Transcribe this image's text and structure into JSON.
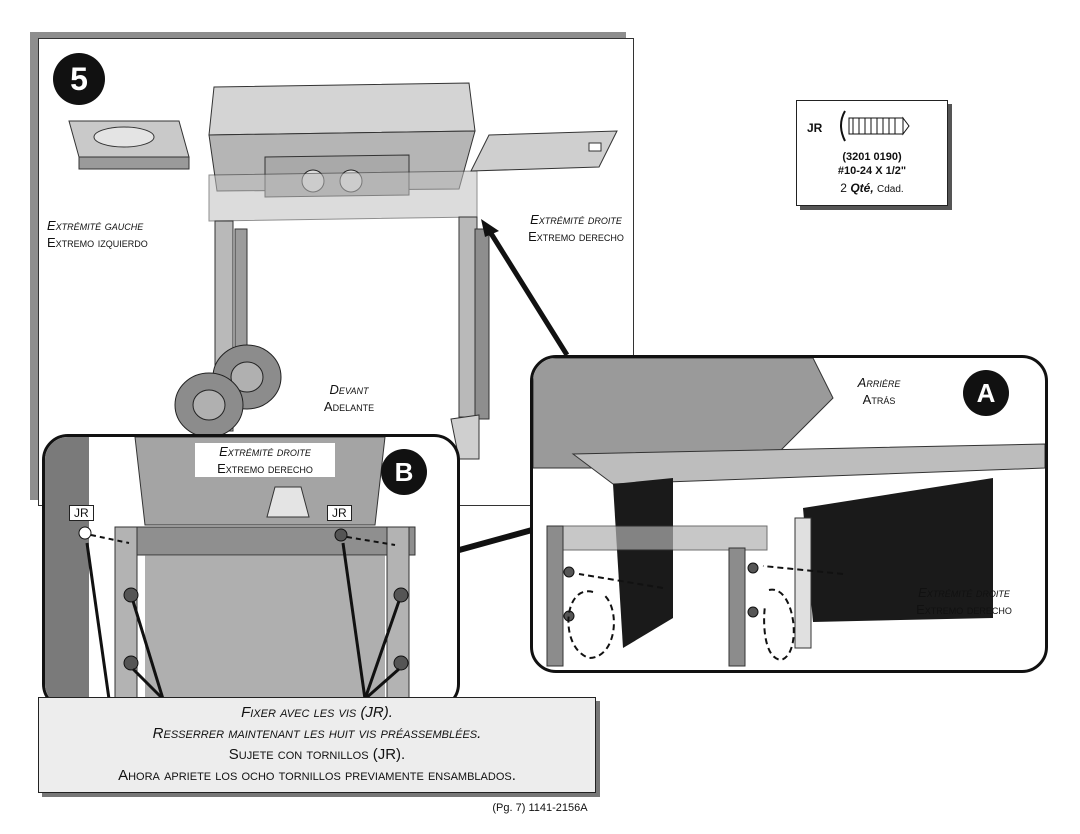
{
  "step": {
    "number": "5"
  },
  "hardware": {
    "code": "JR",
    "part_number": "(3201 0190)",
    "size": "#10-24 X 1/2\"",
    "qty_count": "2",
    "qty_label": "Qté,",
    "qty_label_es": "Cdad."
  },
  "main_view": {
    "left_end_fr": "Extrémité gauche",
    "left_end_es": "Extremo izquierdo",
    "right_end_fr": "Extrémité droite",
    "right_end_es": "Extremo derecho",
    "front_fr": "Devant",
    "front_es": "Adelante"
  },
  "inset_a": {
    "badge": "A",
    "rear_fr": "Arrière",
    "rear_es": "Atrás",
    "right_end_fr": "Extrémité droite",
    "right_end_es": "Extremo derecho"
  },
  "inset_b": {
    "badge": "B",
    "right_end_fr": "Extrémité droite",
    "right_end_es": "Extremo derecho",
    "jr_left": "JR",
    "jr_right": "JR"
  },
  "caption": {
    "line1": "Fixer avec les vis (JR).",
    "line2": "Resserrer maintenant les huit vis préassemblées.",
    "line3": "Sujete con tornillos (JR).",
    "line4": "Ahora apriete los ocho tornillos previamente ensamblados."
  },
  "footer": {
    "page_ref": "(Pg. 7) 1141-2156A"
  }
}
